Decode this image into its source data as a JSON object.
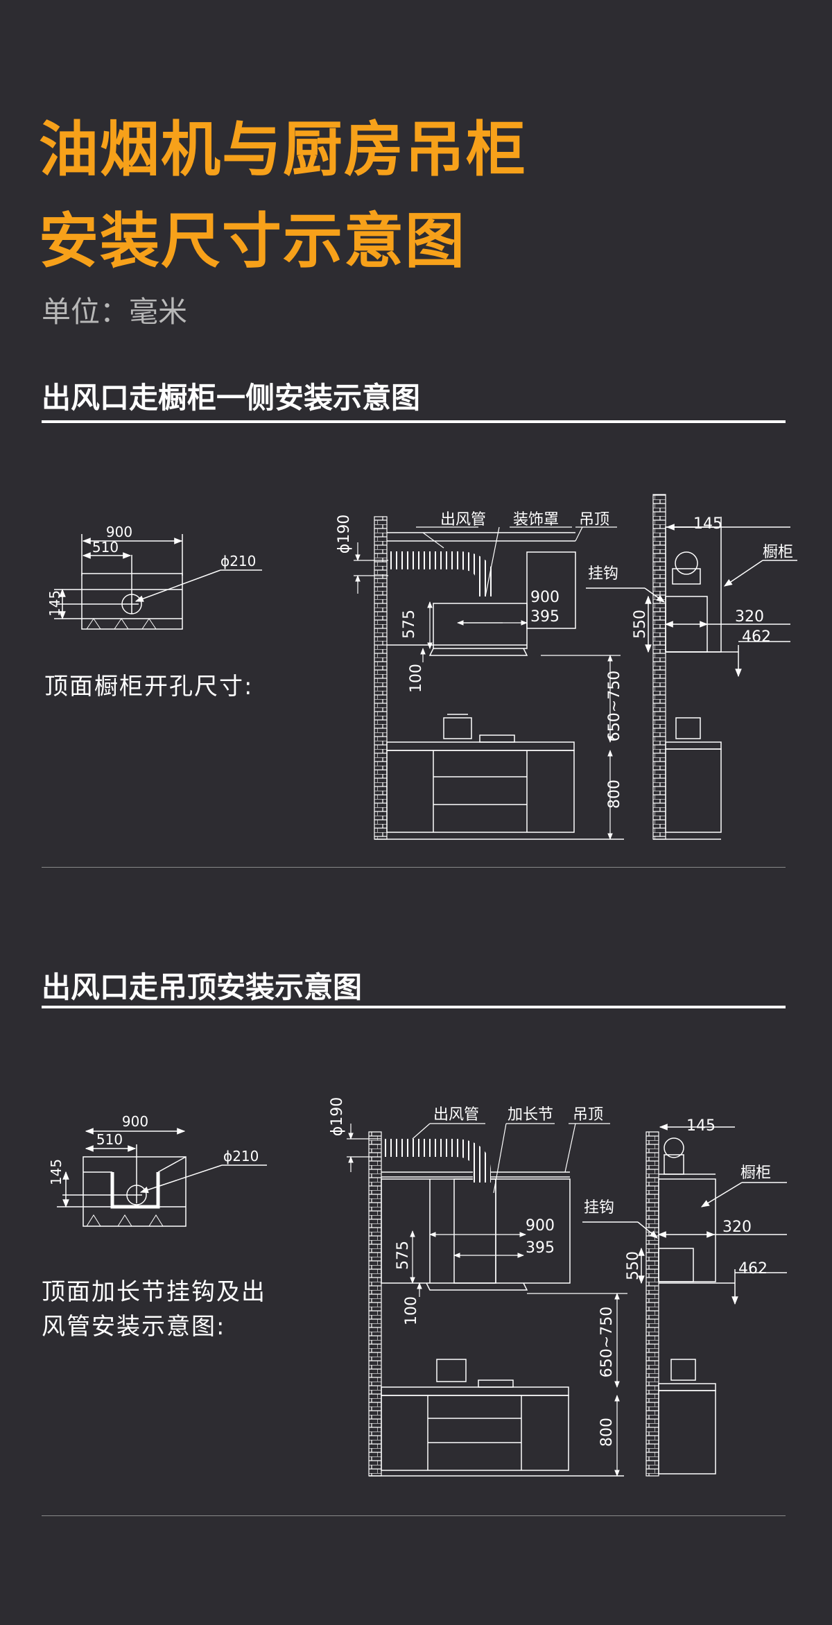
{
  "title": {
    "line1": "油烟机与厨房吊柜",
    "line2": "安装尺寸示意图"
  },
  "unit": "单位：毫米",
  "section1": {
    "title": "出风口走橱柜一侧安装示意图",
    "caption": "顶面橱柜开孔尺寸:",
    "small": {
      "width": "900",
      "offset": "510",
      "depth": "145",
      "hole": "ϕ210"
    },
    "front": {
      "pipe": "出风管",
      "cover": "装饰罩",
      "ceiling": "吊顶",
      "phi": "ϕ190",
      "d900": "900",
      "d395": "395",
      "d575": "575",
      "d100": "100",
      "d650": "650~750",
      "d800": "800"
    },
    "side": {
      "hook": "挂钩",
      "cabinet": "橱柜",
      "d145": "145",
      "d550": "550",
      "d320": "320",
      "d462": "462"
    }
  },
  "section2": {
    "title": "出风口走吊顶安装示意图",
    "caption_line1": "顶面加长节挂钩及出",
    "caption_line2": "风管安装示意图:",
    "small": {
      "width": "900",
      "offset": "510",
      "depth": "145",
      "hole": "ϕ210"
    },
    "front": {
      "pipe": "出风管",
      "ext": "加长节",
      "ceiling": "吊顶",
      "phi": "ϕ190",
      "d900": "900",
      "d395": "395",
      "d575": "575",
      "d100": "100",
      "d650": "650~750",
      "d800": "800"
    },
    "side": {
      "hook": "挂钩",
      "cabinet": "橱柜",
      "d145": "145",
      "d550": "550",
      "d320": "320",
      "d462": "462"
    }
  }
}
